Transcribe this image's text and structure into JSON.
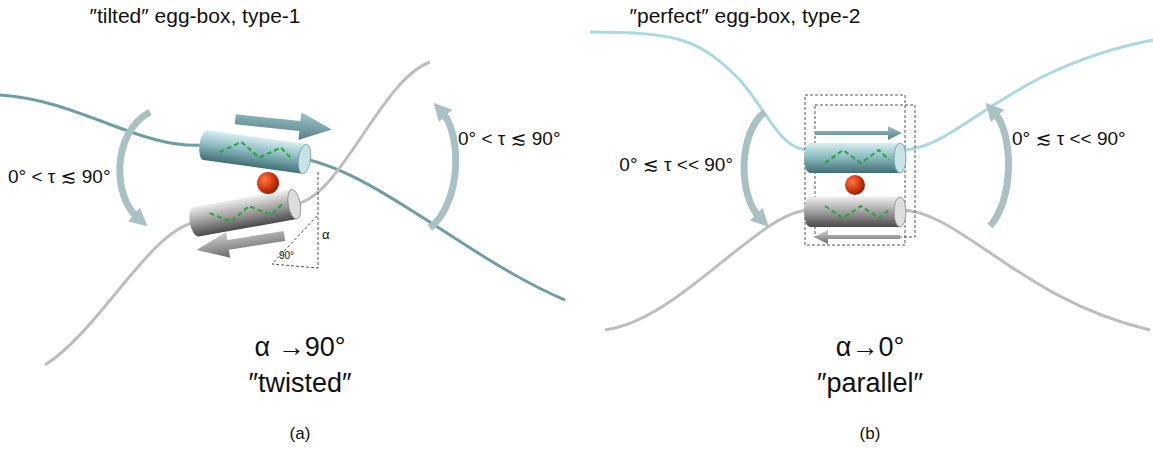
{
  "diagram": {
    "labels": [
      "″tilted″ egg-box, type-1",
      "0° < τ ≲ 90°",
      "0° < τ ≲ 90°",
      "90°",
      "α",
      "α →90°",
      "″twisted″",
      "(a)",
      "″perfect″ egg-box, type-2",
      "0° ≲ τ << 90°",
      "0° ≲ τ << 90°",
      "α→0°",
      "″parallel″",
      "(b)"
    ]
  }
}
